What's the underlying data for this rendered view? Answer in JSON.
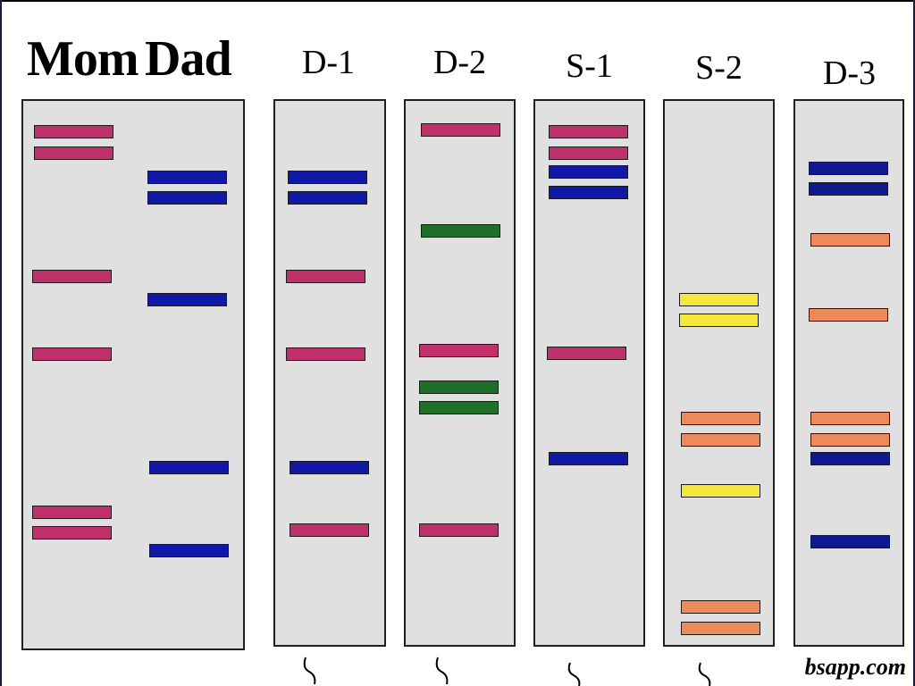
{
  "lanes": [
    {
      "id": "mom",
      "label": "Mom",
      "bands": [
        {
          "color": "#c0306a"
        },
        {
          "color": "#c0306a"
        },
        {
          "color": "#c0306a"
        },
        {
          "color": "#c0306a"
        },
        {
          "color": "#c0306a"
        },
        {
          "color": "#c0306a"
        }
      ]
    },
    {
      "id": "dad",
      "label": "Dad",
      "bands": [
        {
          "color": "#1018a8"
        },
        {
          "color": "#1018a8"
        },
        {
          "color": "#1018a8"
        },
        {
          "color": "#1018a8"
        },
        {
          "color": "#1018a8"
        }
      ]
    },
    {
      "id": "d1",
      "label": "D-1",
      "bands": [
        {
          "color": "#1018a8"
        },
        {
          "color": "#1018a8"
        },
        {
          "color": "#c0306a"
        },
        {
          "color": "#c0306a"
        },
        {
          "color": "#1018a8"
        },
        {
          "color": "#c0306a"
        }
      ]
    },
    {
      "id": "d2",
      "label": "D-2",
      "bands": [
        {
          "color": "#c0306a"
        },
        {
          "color": "#1f6e2a"
        },
        {
          "color": "#c0306a"
        },
        {
          "color": "#1f6e2a"
        },
        {
          "color": "#1f6e2a"
        },
        {
          "color": "#c0306a"
        }
      ]
    },
    {
      "id": "s1",
      "label": "S-1",
      "bands": [
        {
          "color": "#c0306a"
        },
        {
          "color": "#c0306a"
        },
        {
          "color": "#1018a8"
        },
        {
          "color": "#1018a8"
        },
        {
          "color": "#c0306a"
        },
        {
          "color": "#1018a8"
        }
      ]
    },
    {
      "id": "s2",
      "label": "S-2",
      "bands": [
        {
          "color": "#f5e83c"
        },
        {
          "color": "#f5e83c"
        },
        {
          "color": "#ee8a5a"
        },
        {
          "color": "#ee8a5a"
        },
        {
          "color": "#f5e83c"
        },
        {
          "color": "#ee8a5a"
        },
        {
          "color": "#ee8a5a"
        }
      ]
    },
    {
      "id": "d3",
      "label": "D-3",
      "bands": [
        {
          "color": "#0e1a90"
        },
        {
          "color": "#0e1a90"
        },
        {
          "color": "#ee8a5a"
        },
        {
          "color": "#ee8a5a"
        },
        {
          "color": "#ee8a5a"
        },
        {
          "color": "#ee8a5a"
        },
        {
          "color": "#0e1a90"
        },
        {
          "color": "#0e1a90"
        }
      ]
    }
  ],
  "watermark": "bsapp.com"
}
